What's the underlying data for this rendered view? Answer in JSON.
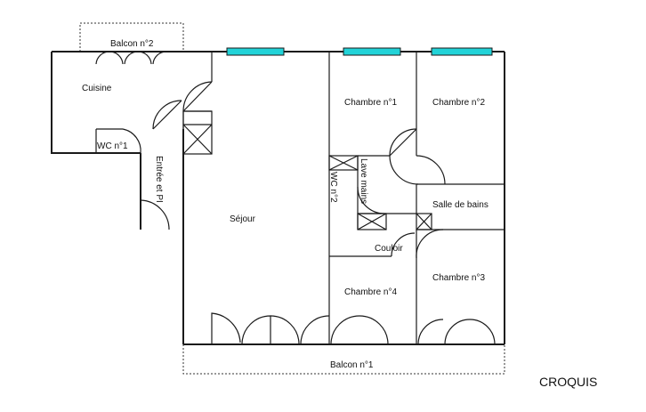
{
  "plan": {
    "window_color": "#22d3d8",
    "rooms": {
      "balcon2": "Balcon n°2",
      "cuisine": "Cuisine",
      "wc1": "WC n°1",
      "entree": "Entrée et PI",
      "sejour": "Séjour",
      "wc2": "WC n°2",
      "lave_mains": "Lave mains",
      "chambre1": "Chambre n°1",
      "chambre2": "Chambre n°2",
      "salle_de_bains": "Salle de bains",
      "couloir": "Couloir",
      "chambre3": "Chambre n°3",
      "chambre4": "Chambre n°4",
      "balcon1": "Balcon n°1"
    }
  },
  "caption": "CROQUIS"
}
